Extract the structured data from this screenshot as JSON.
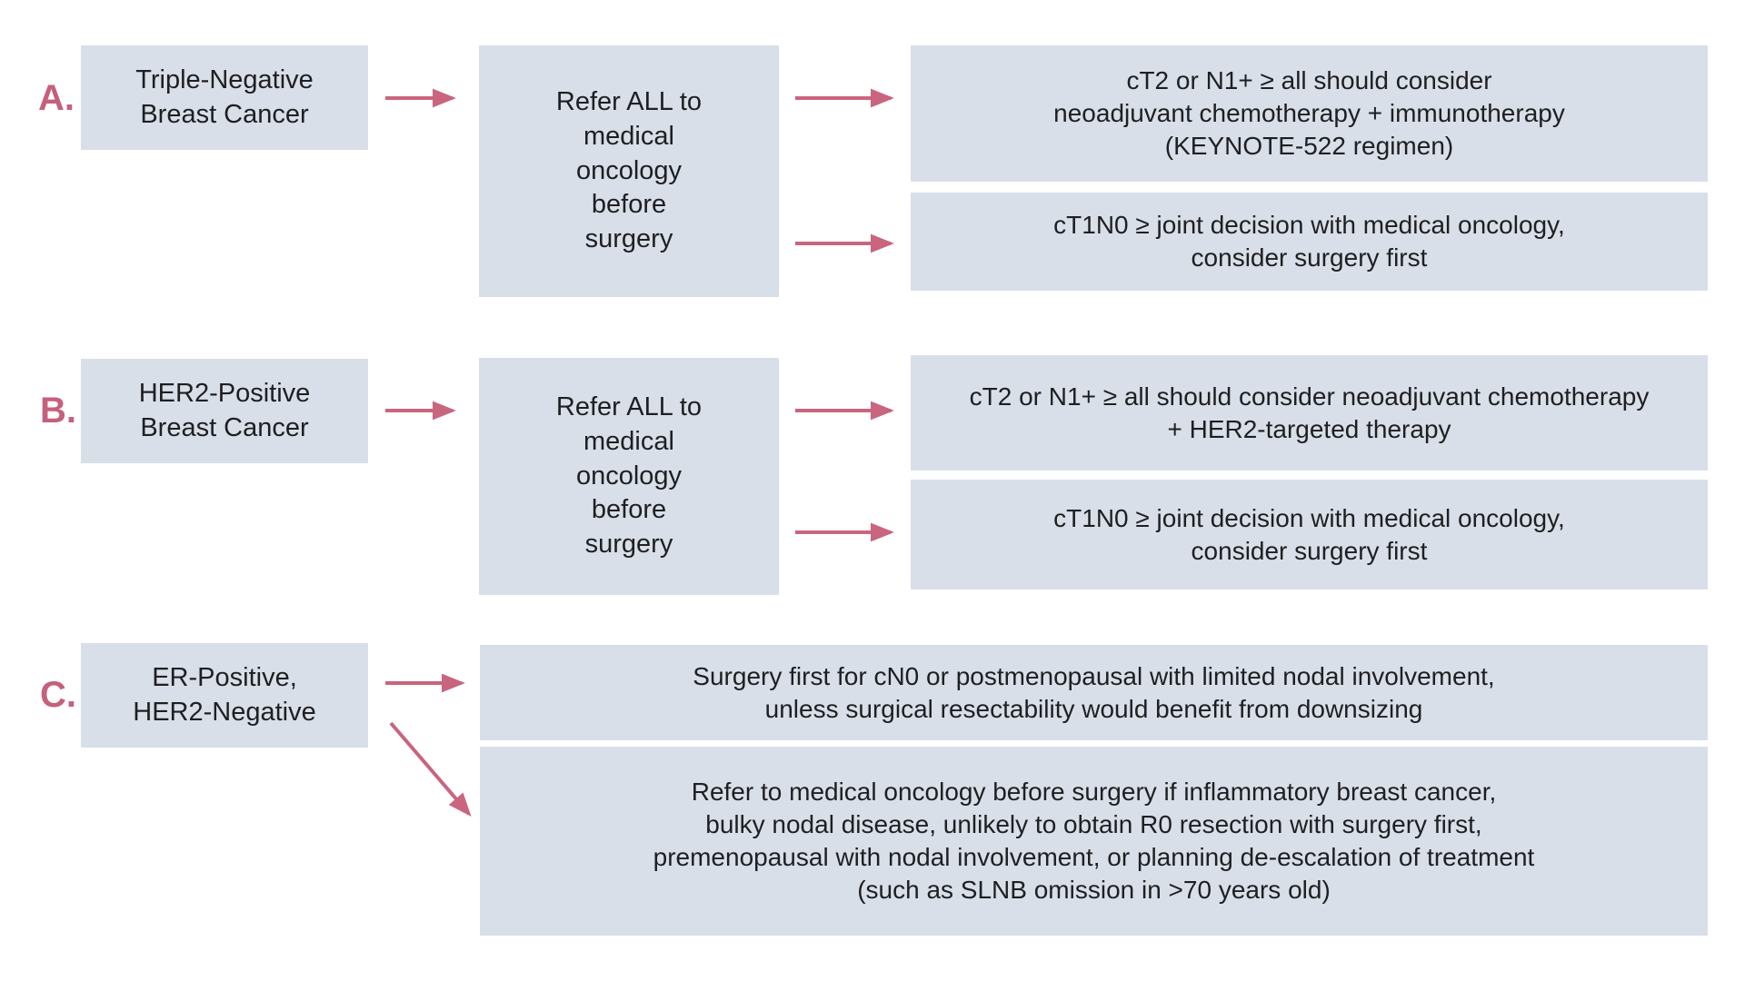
{
  "title": "Breast cancer neoadjuvant referral pathways flowchart",
  "colors": {
    "box_background": "#d9dfe8",
    "accent_pink": "#c9657e",
    "text": "#1e1f22",
    "page_background": "#ffffff"
  },
  "sections": [
    {
      "label": "A.",
      "condition_box": "Triple-Negative\nBreast Cancer",
      "middle_box": "Refer ALL to\nmedical\noncology\nbefore\nsurgery",
      "outcomes": [
        "cT2 or N1+ ≥ all should consider\nneoadjuvant chemotherapy + immunotherapy\n(KEYNOTE-522 regimen)",
        "cT1N0 ≥ joint decision with medical oncology,\nconsider surgery first"
      ]
    },
    {
      "label": "B.",
      "condition_box": "HER2-Positive\nBreast Cancer",
      "middle_box": "Refer ALL to\nmedical\noncology\nbefore\nsurgery",
      "outcomes": [
        "cT2 or N1+ ≥ all should consider neoadjuvant chemotherapy\n+ HER2-targeted therapy",
        "cT1N0 ≥ joint decision with medical oncology,\nconsider surgery first"
      ]
    },
    {
      "label": "C.",
      "condition_box": "ER-Positive,\nHER2-Negative",
      "outcomes": [
        "Surgery first for cN0 or postmenopausal with limited nodal involvement,\nunless surgical resectability would benefit from downsizing",
        "Refer to medical oncology before surgery if inflammatory breast cancer,\nbulky nodal disease, unlikely to obtain R0 resection with surgery first,\npremenopausal with nodal involvement, or planning de-escalation of treatment\n(such as SLNB omission in >70 years old)"
      ]
    }
  ]
}
